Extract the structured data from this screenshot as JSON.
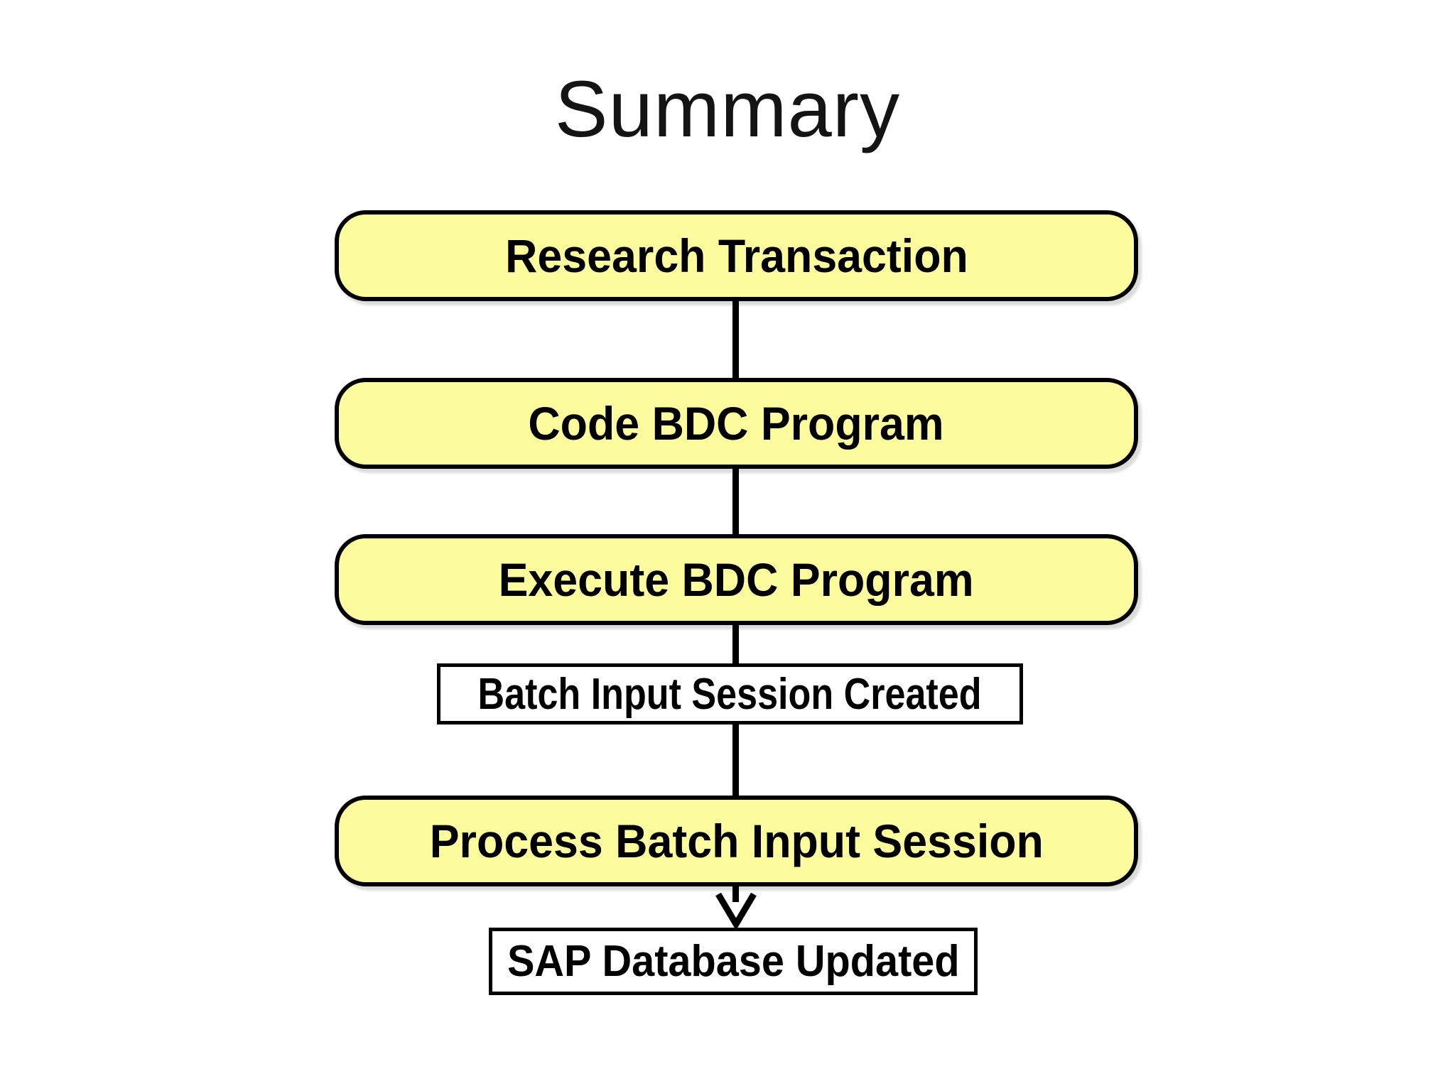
{
  "title": "Summary",
  "flow": {
    "nodes": [
      {
        "label": "Research Transaction",
        "kind": "process"
      },
      {
        "label": "Code BDC Program",
        "kind": "process"
      },
      {
        "label": "Execute BDC Program",
        "kind": "process"
      },
      {
        "label": "Batch Input Session Created",
        "kind": "artifact"
      },
      {
        "label": "Process Batch Input Session",
        "kind": "process"
      },
      {
        "label": "SAP Database Updated",
        "kind": "artifact"
      }
    ],
    "connector_style": "vertical-line-with-open-arrowhead",
    "arrow_target": "SAP Database Updated",
    "colors": {
      "process_fill": "#FCFC9E",
      "artifact_fill": "#FFFFFF",
      "node_border": "#000000",
      "connector": "#000000",
      "text": "#000000",
      "background": "#FFFFFF"
    }
  }
}
